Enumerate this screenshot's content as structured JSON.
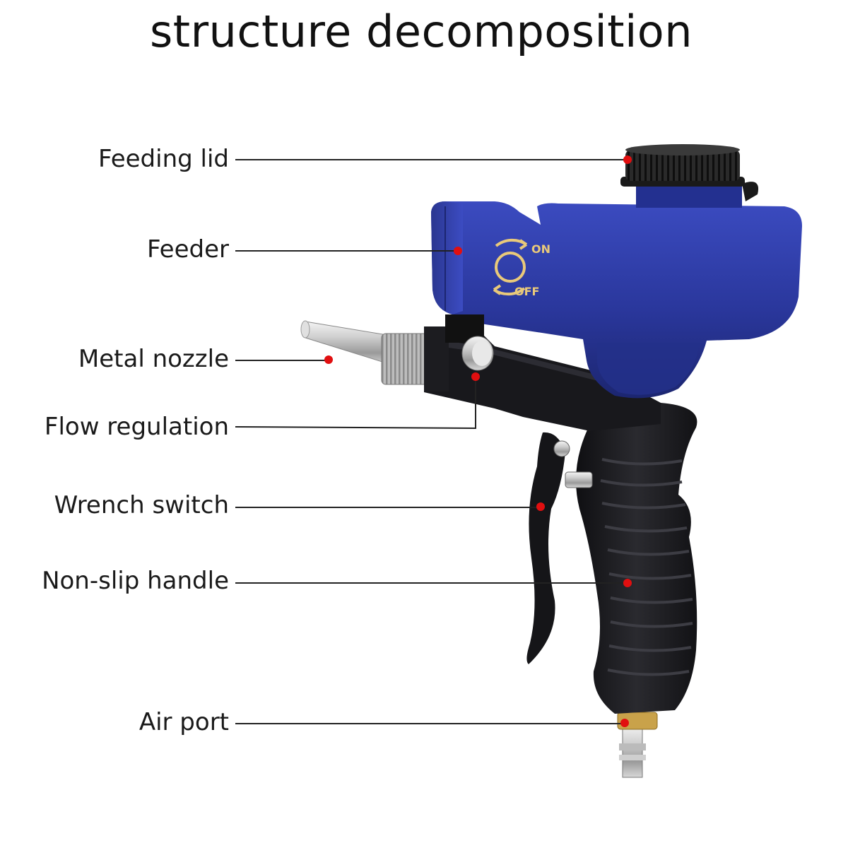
{
  "title": "structure decomposition",
  "labels": {
    "feeding_lid": "Feeding lid",
    "feeder": "Feeder",
    "metal_nozzle": "Metal nozzle",
    "flow_regulation": "Flow regulation",
    "wrench_switch": "Wrench switch",
    "non_slip_handle": "Non-slip handle",
    "air_port": "Air port"
  },
  "dial": {
    "on": "ON",
    "off": "OFF"
  },
  "colors": {
    "hopper_blue": "#2b3aa0",
    "body_black": "#1b1b1f",
    "marker_red": "#e10f10",
    "leader_line": "#222222",
    "dial_gold": "#e9c97a"
  }
}
